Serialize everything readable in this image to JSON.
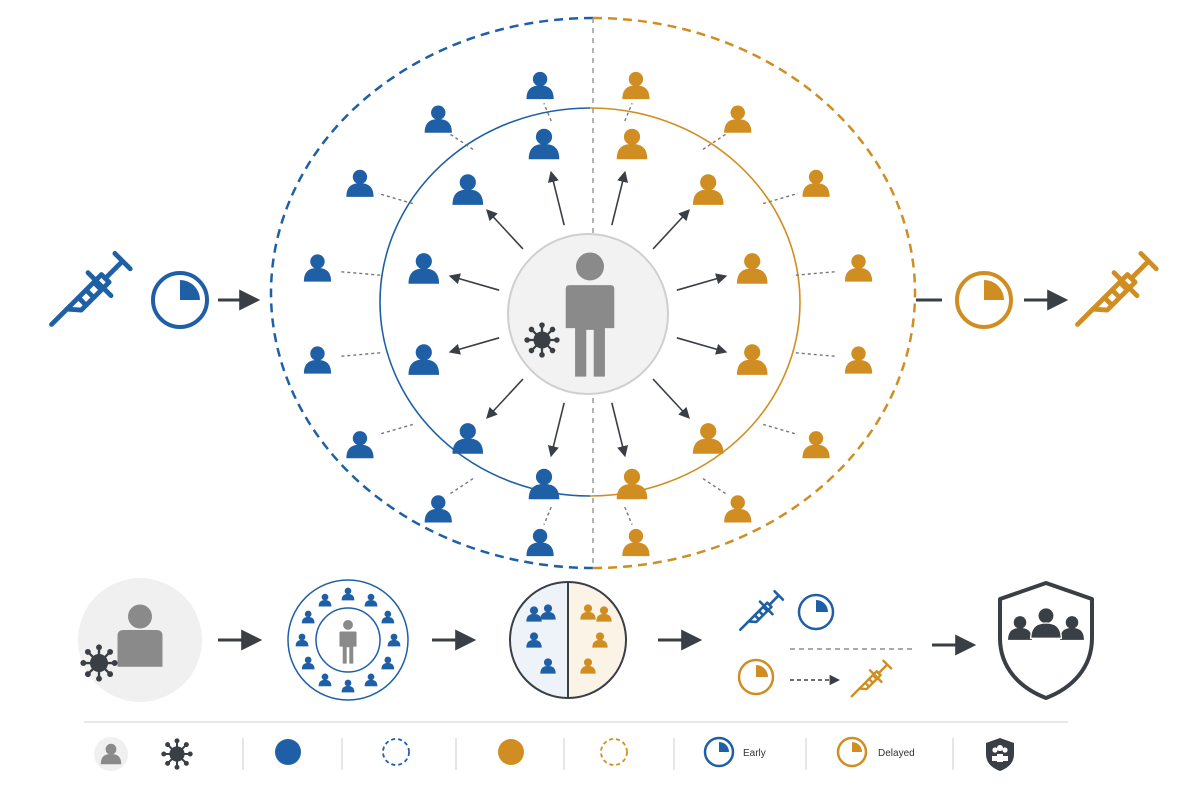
{
  "colors": {
    "early": "#1f5fa6",
    "delayed": "#d08e22",
    "index_case": "#8a8a8a",
    "virus": "#3a3f45",
    "arrow": "#3a3f45",
    "divider": "#9a9a9a"
  },
  "icons": {
    "index_case": "person-icon",
    "virus": "virus-icon",
    "contact": "person-icon",
    "vaccine": "syringe-icon",
    "timer": "clock-icon",
    "protection": "shield-group-icon"
  },
  "diagram": {
    "early_arm": {
      "timer_fill_percent": 25
    },
    "delayed_arm": {
      "timer_fill_percent": 25
    },
    "first_ring_contacts_per_side": 6,
    "second_ring_contacts_per_side": 8
  },
  "legend": {
    "early_label": "Early",
    "delayed_label": "Delayed"
  }
}
